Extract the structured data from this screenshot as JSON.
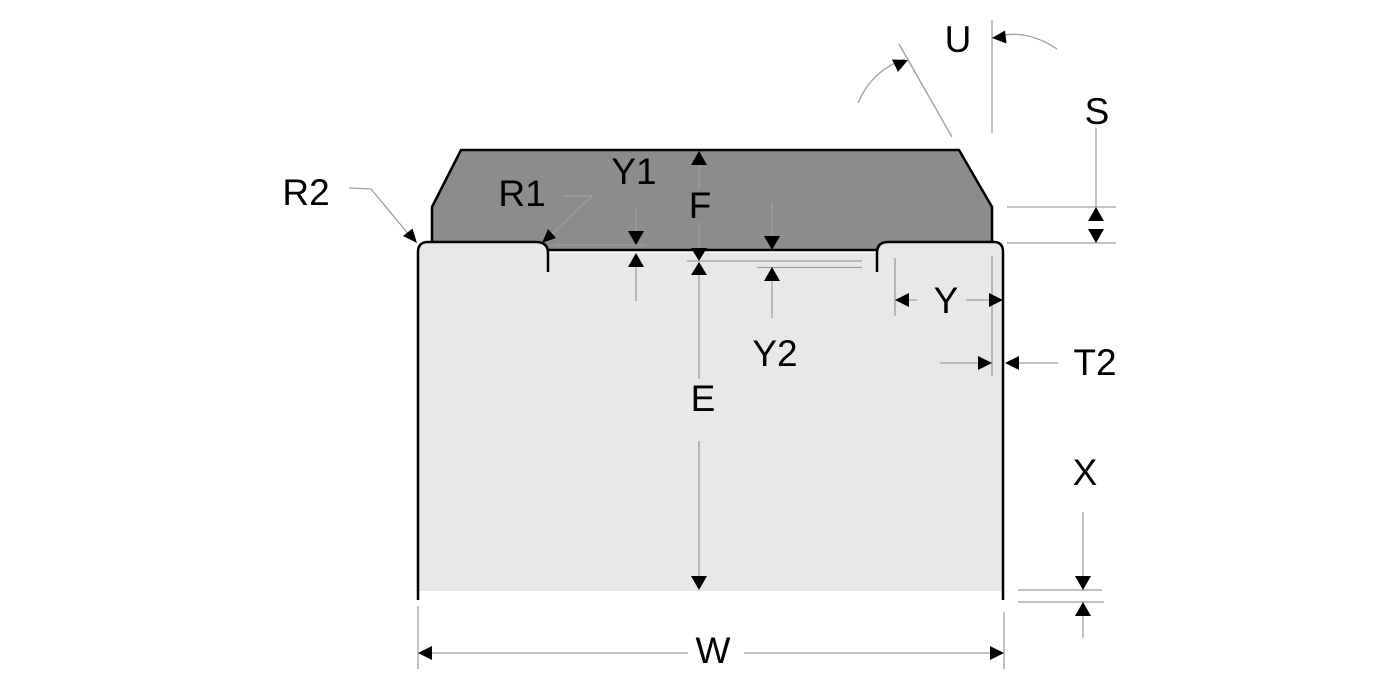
{
  "drawing": {
    "kind": "component package cross-section dimension drawing",
    "labels": {
      "r2": "R2",
      "r1": "R1",
      "y1": "Y1",
      "f": "F",
      "u": "U",
      "s": "S",
      "y": "Y",
      "y2": "Y2",
      "t2": "T2",
      "e": "E",
      "x": "X",
      "w": "W"
    }
  },
  "colors": {
    "background": "#ffffff",
    "lid_fill": "#8c8c8c",
    "base_fill": "#e8e8e8",
    "outline": "#000000",
    "dim_line": "#9e9e9e",
    "label_text": "#000000"
  }
}
